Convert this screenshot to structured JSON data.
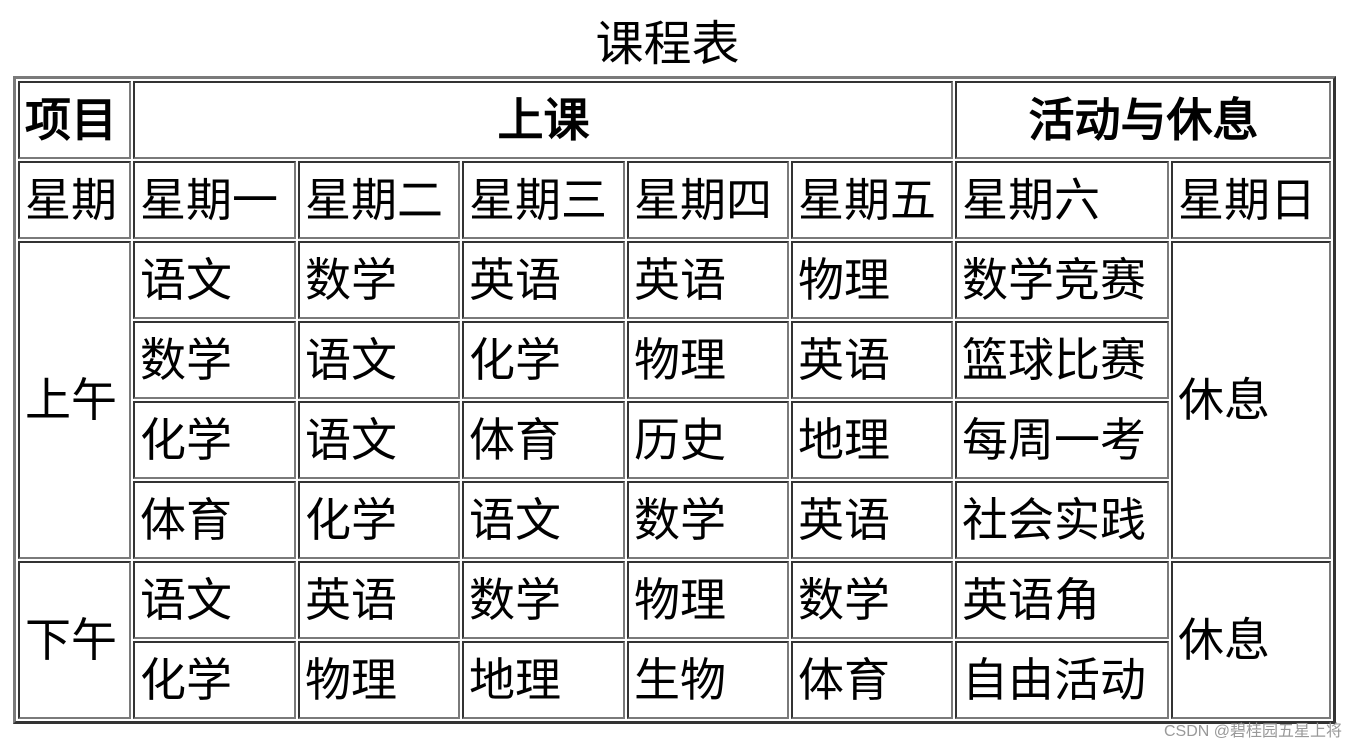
{
  "title": "课程表",
  "header": {
    "item_label": "项目",
    "class_group": "上课",
    "activity_group": "活动与休息"
  },
  "weekdays": {
    "label": "星期",
    "days": [
      "星期一",
      "星期二",
      "星期三",
      "星期四",
      "星期五",
      "星期六",
      "星期日"
    ]
  },
  "morning": {
    "label": "上午",
    "rows": [
      [
        "语文",
        "数学",
        "英语",
        "英语",
        "物理",
        "数学竞赛"
      ],
      [
        "数学",
        "语文",
        "化学",
        "物理",
        "英语",
        "篮球比赛"
      ],
      [
        "化学",
        "语文",
        "体育",
        "历史",
        "地理",
        "每周一考"
      ],
      [
        "体育",
        "化学",
        "语文",
        "数学",
        "英语",
        "社会实践"
      ]
    ],
    "sunday": "休息"
  },
  "afternoon": {
    "label": "下午",
    "rows": [
      [
        "语文",
        "英语",
        "数学",
        "物理",
        "数学",
        "英语角"
      ],
      [
        "化学",
        "物理",
        "地理",
        "生物",
        "体育",
        "自由活动"
      ]
    ],
    "sunday": "休息"
  },
  "watermark": "CSDN @碧桂园五星上将",
  "colors": {
    "border_light": "#7a7a7a",
    "border_dark": "#333333",
    "text": "#000000",
    "watermark": "#999999"
  }
}
